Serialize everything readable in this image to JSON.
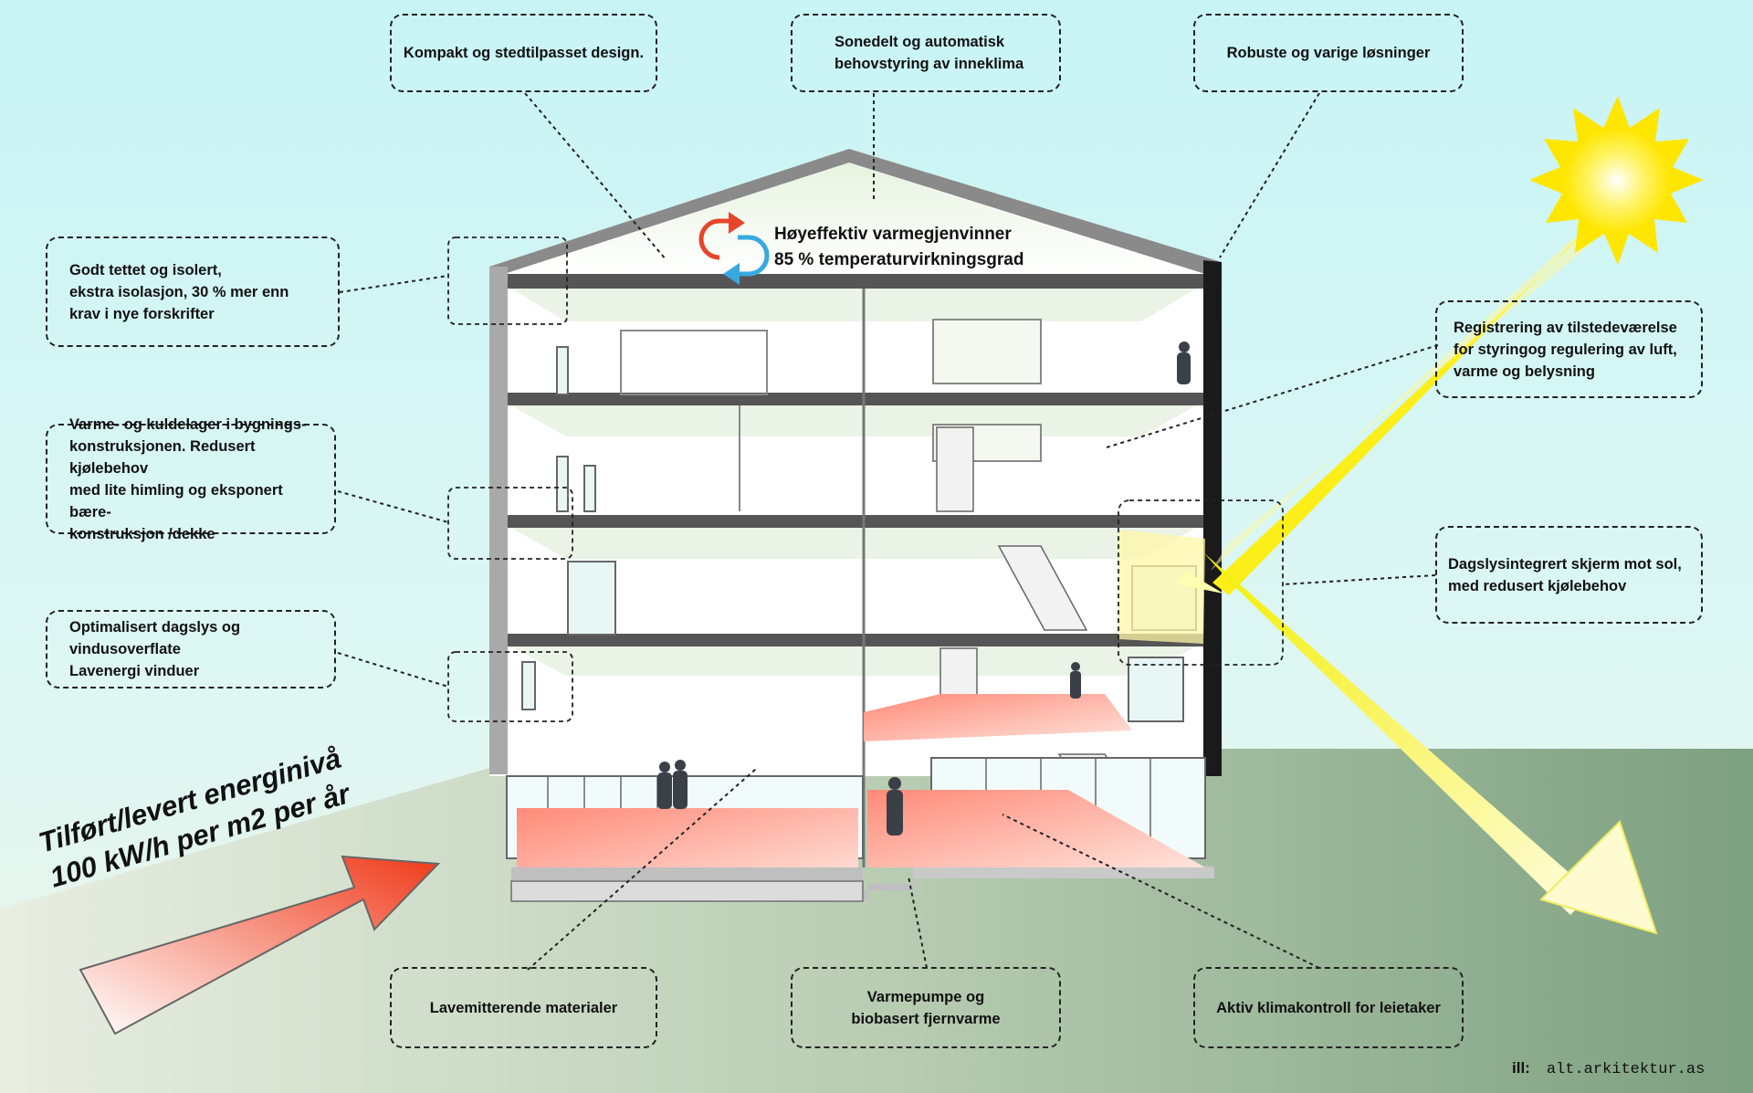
{
  "labels": {
    "top_left": "Kompakt og stedtilpasset design.",
    "top_center": "Sonedelt og automatisk\nbehovstyring av inneklima",
    "top_right": "Robuste og varige løsninger",
    "left_1": "Godt tettet og isolert,\nekstra isolasjon, 30 % mer enn\nkrav i nye forskrifter",
    "left_2": "Varme- og kuldelager i bygnings-\nkonstruksjonen. Redusert kjølebehov\nmed lite himling og eksponert bære-\nkonstruksjon /dekke",
    "left_3": "Optimalisert dagslys og vindusoverflate\nLavenergi vinduer",
    "right_1": "Registrering av tilstedeværelse\nfor styringog regulering av luft,\nvarme og belysning",
    "right_2": "Dagslysintegrert skjerm mot sol,\nmed redusert kjølebehov",
    "bottom_left": "Lavemitterende materialer",
    "bottom_center": "Varmepumpe og\nbiobasert fjernvarme",
    "bottom_right": "Aktiv klimakontroll for leietaker"
  },
  "heat_recovery": "Høyeffektiv varmegjenvinner\n85 %  temperaturvirkningsgrad",
  "energy_level": "Tilført/levert energinivå\n100 kW/h per  m2 per år",
  "credit": {
    "prefix": "ill:",
    "url": "alt.arkitektur.as"
  },
  "colors": {
    "sky": "#c8f4f6",
    "ground": "#7da080",
    "sun": "#ffee22",
    "floor": "#ff8a78",
    "wall": "#111111",
    "arrow_red": "#f03a1a",
    "hrv_red": "#e6452a",
    "hrv_blue": "#38a8e0"
  }
}
